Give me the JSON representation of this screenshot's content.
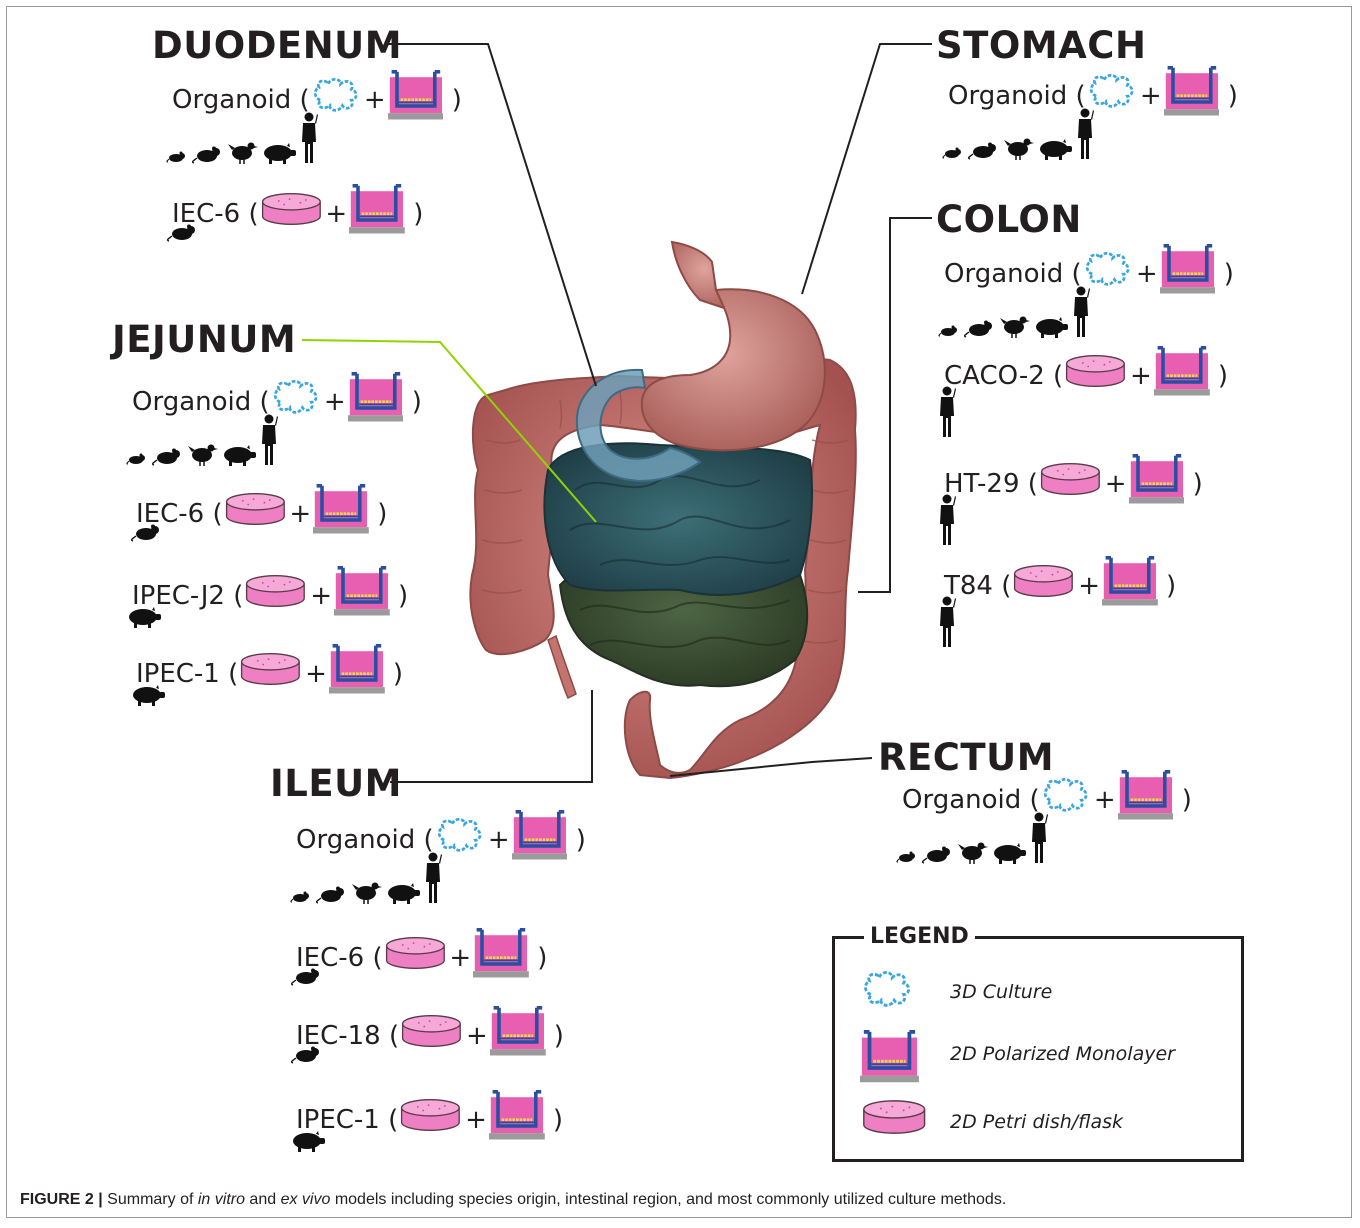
{
  "colors": {
    "organoid_stroke": "#3aa6e0",
    "transwell_wall": "#2b4fa0",
    "transwell_media": "#e85fb2",
    "transwell_cells": "#f3d34a",
    "base_gray": "#9b9b9b",
    "dish_fill": "#ef7fc3",
    "leader_line": "#231f20",
    "jejunum_leader": "#8fd400",
    "colon_tissue": "#c5736f",
    "stomach_tissue": "#c9807b",
    "duodenum_tint": "#6f9fb8",
    "jejunum_tint": "#2e5963",
    "ileum_tint": "#3b4d33"
  },
  "icons": {
    "organoid": "organoid-3d-culture-icon",
    "transwell": "transwell-monolayer-icon",
    "dish": "petri-dish-icon",
    "mouse": "mouse-silhouette",
    "rat": "rat-silhouette",
    "chicken": "chicken-silhouette",
    "pig": "pig-silhouette",
    "human": "human-silhouette"
  },
  "regions": [
    {
      "id": "duodenum",
      "name": "DUODENUM",
      "models": [
        {
          "label": "Organoid",
          "culture": [
            "organoid",
            "transwell"
          ],
          "species": [
            "mouse",
            "rat",
            "chicken",
            "pig",
            "human"
          ]
        },
        {
          "label": "IEC-6",
          "culture": [
            "dish",
            "transwell"
          ],
          "species": [
            "rat"
          ]
        }
      ]
    },
    {
      "id": "jejunum",
      "name": "JEJUNUM",
      "models": [
        {
          "label": "Organoid",
          "culture": [
            "organoid",
            "transwell"
          ],
          "species": [
            "mouse",
            "rat",
            "chicken",
            "pig",
            "human"
          ]
        },
        {
          "label": "IEC-6",
          "culture": [
            "dish",
            "transwell"
          ],
          "species": [
            "rat"
          ]
        },
        {
          "label": "IPEC-J2",
          "culture": [
            "dish",
            "transwell"
          ],
          "species": [
            "pig"
          ]
        },
        {
          "label": "IPEC-1",
          "culture": [
            "dish",
            "transwell"
          ],
          "species": [
            "pig"
          ]
        }
      ]
    },
    {
      "id": "ileum",
      "name": "ILEUM",
      "models": [
        {
          "label": "Organoid",
          "culture": [
            "organoid",
            "transwell"
          ],
          "species": [
            "mouse",
            "rat",
            "chicken",
            "pig",
            "human"
          ]
        },
        {
          "label": "IEC-6",
          "culture": [
            "dish",
            "transwell"
          ],
          "species": [
            "rat"
          ]
        },
        {
          "label": "IEC-18",
          "culture": [
            "dish",
            "transwell"
          ],
          "species": [
            "rat"
          ]
        },
        {
          "label": "IPEC-1",
          "culture": [
            "dish",
            "transwell"
          ],
          "species": [
            "pig"
          ]
        }
      ]
    },
    {
      "id": "stomach",
      "name": "STOMACH",
      "models": [
        {
          "label": "Organoid",
          "culture": [
            "organoid",
            "transwell"
          ],
          "species": [
            "mouse",
            "rat",
            "chicken",
            "pig",
            "human"
          ]
        }
      ]
    },
    {
      "id": "colon",
      "name": "COLON",
      "models": [
        {
          "label": "Organoid",
          "culture": [
            "organoid",
            "transwell"
          ],
          "species": [
            "mouse",
            "rat",
            "chicken",
            "pig",
            "human"
          ]
        },
        {
          "label": "CACO-2",
          "culture": [
            "dish",
            "transwell"
          ],
          "species": [
            "human"
          ]
        },
        {
          "label": "HT-29",
          "culture": [
            "dish",
            "transwell"
          ],
          "species": [
            "human"
          ]
        },
        {
          "label": "T84",
          "culture": [
            "dish",
            "transwell"
          ],
          "species": [
            "human"
          ]
        }
      ]
    },
    {
      "id": "rectum",
      "name": "RECTUM",
      "models": [
        {
          "label": "Organoid",
          "culture": [
            "organoid",
            "transwell"
          ],
          "species": [
            "mouse",
            "rat",
            "chicken",
            "pig",
            "human"
          ]
        }
      ]
    }
  ],
  "legend": {
    "title": "LEGEND",
    "items": [
      {
        "icon": "organoid",
        "label": "3D Culture"
      },
      {
        "icon": "transwell",
        "label": "2D Polarized Monolayer"
      },
      {
        "icon": "dish",
        "label": "2D Petri dish/flask"
      }
    ]
  },
  "caption": {
    "figure_label": "FIGURE 2 |",
    "parts": [
      {
        "text": " Summary of ",
        "style": "normal"
      },
      {
        "text": "in vitro",
        "style": "italic"
      },
      {
        "text": " and ",
        "style": "normal"
      },
      {
        "text": "ex vivo",
        "style": "italic"
      },
      {
        "text": " models including species origin, intestinal region, and most commonly utilized culture methods.",
        "style": "normal"
      }
    ]
  }
}
